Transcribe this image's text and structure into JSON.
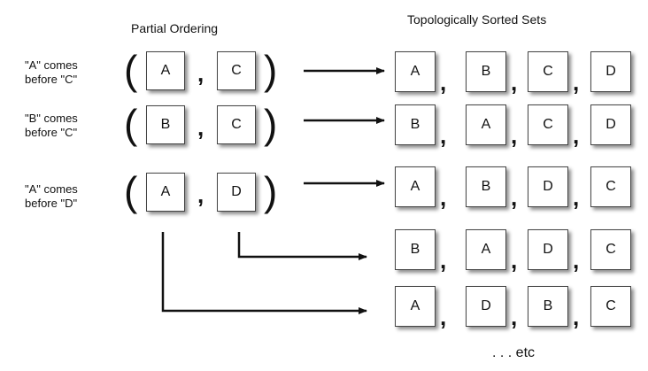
{
  "headers": {
    "partial": "Partial Ordering",
    "sorted": "Topologically Sorted Sets"
  },
  "rules": [
    {
      "label": "\"A\" comes before \"C\"",
      "pair": [
        "A",
        "C"
      ]
    },
    {
      "label": "\"B\" comes before \"C\"",
      "pair": [
        "B",
        "C"
      ]
    },
    {
      "label": "\"A\" comes before \"D\"",
      "pair": [
        "A",
        "D"
      ]
    }
  ],
  "sorted_sets": [
    [
      "A",
      "B",
      "C",
      "D"
    ],
    [
      "B",
      "A",
      "C",
      "D"
    ],
    [
      "A",
      "B",
      "D",
      "C"
    ],
    [
      "B",
      "A",
      "D",
      "C"
    ],
    [
      "A",
      "D",
      "B",
      "C"
    ]
  ],
  "etc": ". . . etc"
}
